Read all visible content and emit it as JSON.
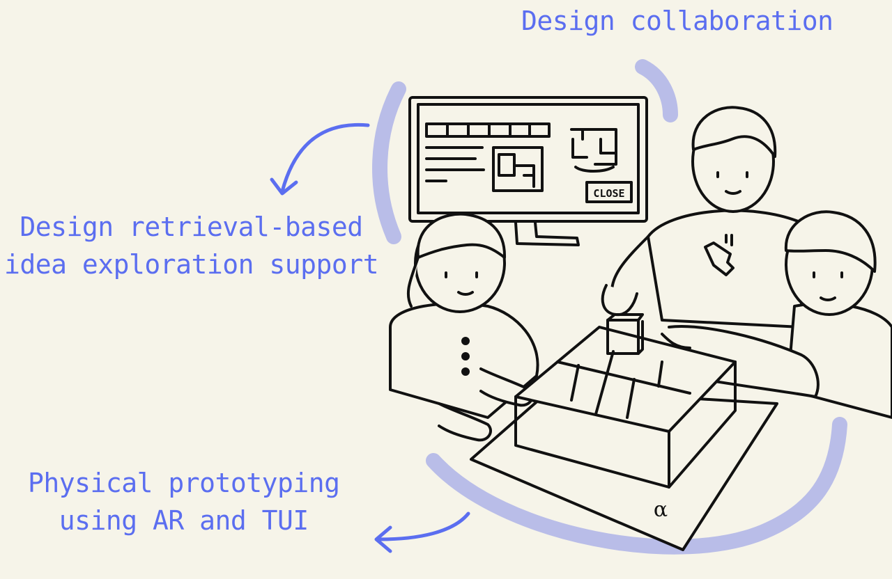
{
  "labels": {
    "collaboration": "Design collaboration",
    "retrieval_line1": "Design retrieval-based",
    "retrieval_line2": "idea exploration support",
    "physical_line1": "Physical prototyping",
    "physical_line2": "using AR and TUI"
  },
  "illustration": {
    "screen_button": "CLOSE",
    "box_marker": "α"
  },
  "colors": {
    "background": "#f6f4e9",
    "text": "#5b6ef0",
    "arc": "#b9bde8",
    "arrow": "#5b6ef0",
    "ink": "#111111"
  }
}
